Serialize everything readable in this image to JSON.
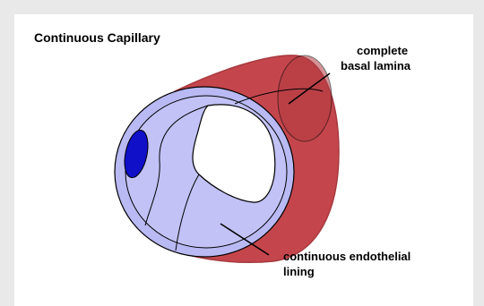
{
  "title": "Continuous Capillary",
  "labels": {
    "basal_line1": "complete",
    "basal_line2": "basal lamina",
    "endo_line1": "continuous endothelial",
    "endo_line2": "lining"
  },
  "colors": {
    "page_background": "#e9e9e9",
    "panel_background": "#ffffff",
    "basal_lamina": "#c4464c",
    "basal_lamina_edge": "#a63a40",
    "endothelium": "#b9b9f3",
    "endothelium_edge": "#9a9ae0",
    "nucleus": "#1010c8",
    "lumen": "#ffffff"
  }
}
